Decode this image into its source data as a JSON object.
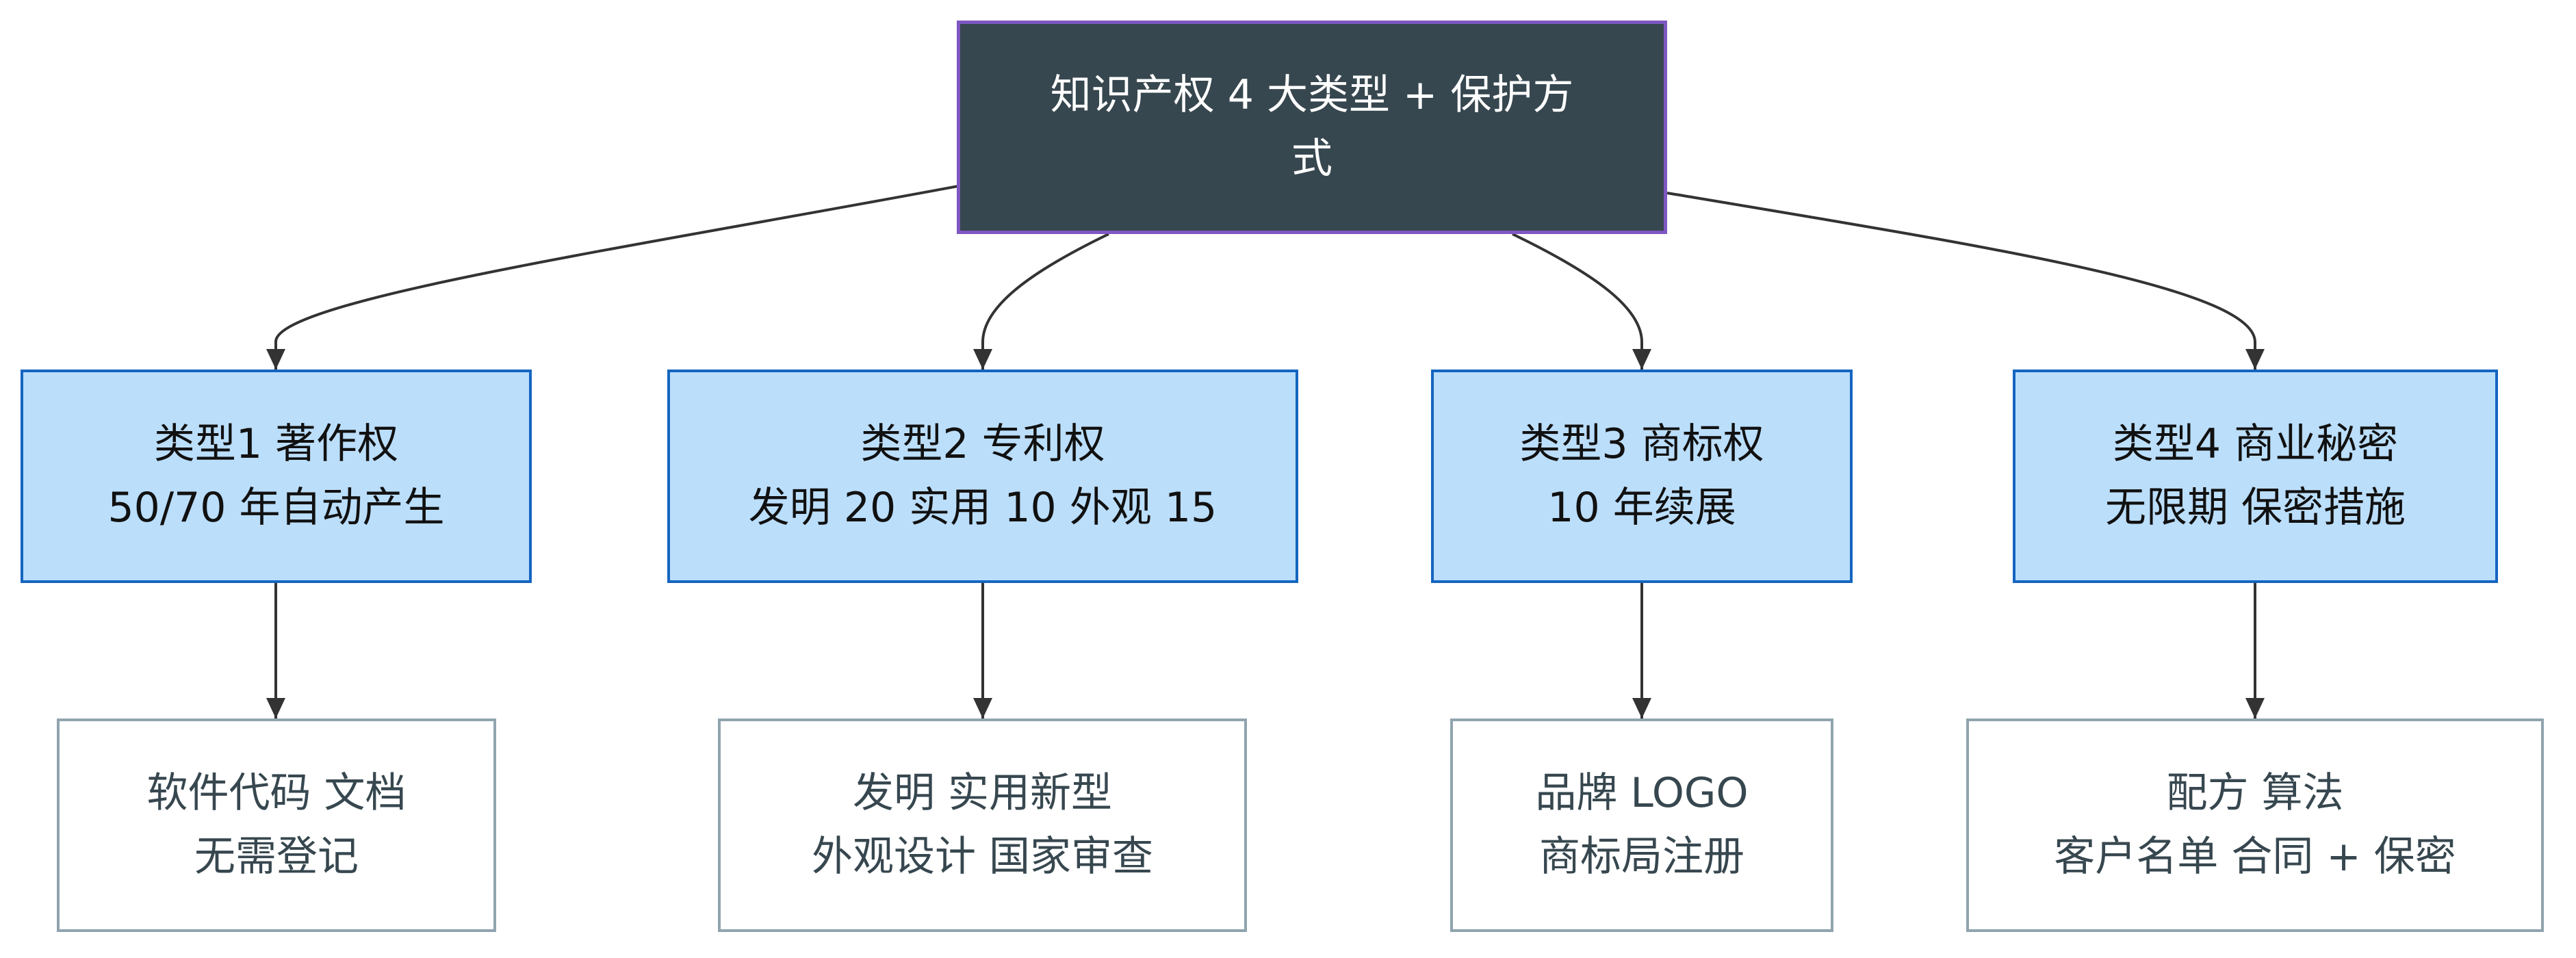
{
  "colors": {
    "root_fill": "#37474f",
    "root_border": "#7e57c2",
    "root_text": "#ffffff",
    "type_fill": "#bbdefb",
    "type_border": "#1565c0",
    "type_text": "#111111",
    "leaf_fill": "#ffffff",
    "leaf_border": "#90a4ae",
    "leaf_text": "#37474f",
    "edge": "#333333"
  },
  "root": {
    "lines": [
      "知识产权 4 大类型 + 保护方",
      "式"
    ]
  },
  "types": [
    {
      "lines": [
        "类型1 著作权",
        "50/70 年自动产生"
      ]
    },
    {
      "lines": [
        "类型2 专利权",
        "发明 20 实用 10 外观 15"
      ]
    },
    {
      "lines": [
        "类型3 商标权",
        "10 年续展"
      ]
    },
    {
      "lines": [
        "类型4 商业秘密",
        "无限期 保密措施"
      ]
    }
  ],
  "leaves": [
    {
      "lines": [
        "软件代码 文档",
        "无需登记"
      ]
    },
    {
      "lines": [
        "发明 实用新型",
        "外观设计 国家审查"
      ]
    },
    {
      "lines": [
        "品牌 LOGO",
        "商标局注册"
      ]
    },
    {
      "lines": [
        "配方 算法",
        "客户名单 合同 + 保密"
      ]
    }
  ]
}
